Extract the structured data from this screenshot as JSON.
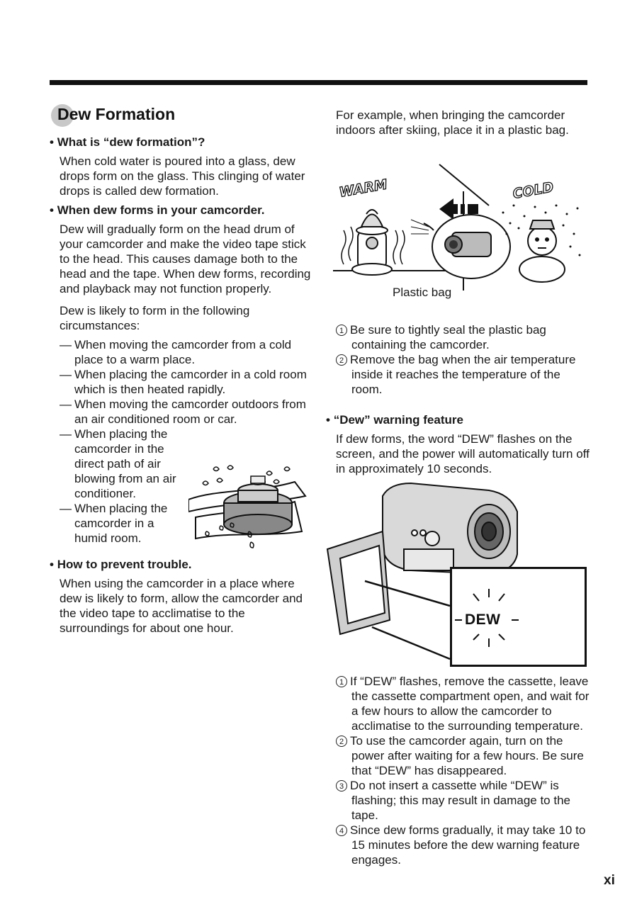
{
  "section": {
    "title": "Dew Formation"
  },
  "left": {
    "what_heading": "What is “dew formation”?",
    "what_body": "When cold water is poured into a glass, dew drops form on the glass. This clinging of water drops is called dew formation.",
    "when_heading": "When dew forms in your camcorder.",
    "when_body": "Dew will gradually form on the head drum of your camcorder and make the video tape stick to the head. This causes damage both to the head and the tape. When dew forms, recording and playback may not function properly.",
    "likely": "Dew is likely to form in the following circumstances:",
    "circumstances": [
      "When moving the camcorder from a cold place to a warm place.",
      "When placing the camcorder in a cold room which is then heated rapidly.",
      "When moving the camcorder outdoors from an air conditioned room or car.",
      "When placing the camcorder in the direct path of air blowing from an air conditioner.",
      "When placing the camcorder in a humid room."
    ],
    "prevent_heading": "How to prevent trouble.",
    "prevent_body": "When using the camcorder in a place where dew is likely to form, allow the camcorder and the video tape to acclimatise to the surroundings for about one hour."
  },
  "right": {
    "example": "For example, when bringing the camcorder indoors after skiing, place it in a plastic bag.",
    "illustration": {
      "warm": "WARM",
      "cold": "COLD",
      "caption": "Plastic bag"
    },
    "bag_steps": [
      {
        "n": "1",
        "text": "Be sure to tightly seal the plastic bag containing the camcorder."
      },
      {
        "n": "2",
        "text": "Remove the bag when the air temperature inside it reaches the temperature of the room."
      }
    ],
    "warning_heading": "“Dew” warning feature",
    "warning_body": "If dew forms, the word “DEW” flashes on the screen, and the power will automatically turn off in approximately 10 seconds.",
    "screen_text": "DEW",
    "dew_steps": [
      {
        "n": "1",
        "text": "If “DEW” flashes, remove the cassette, leave the cassette compartment open, and wait for a few hours to allow the camcorder to acclimatise to the surrounding temperature."
      },
      {
        "n": "2",
        "text": "To use the camcorder again, turn on the power after waiting for a few hours. Be sure that “DEW” has disappeared."
      },
      {
        "n": "3",
        "text": "Do not insert a cassette while “DEW” is flashing; this may result in damage to the tape."
      },
      {
        "n": "4",
        "text": "Since dew forms gradually, it may take 10 to 15 minutes before the dew warning feature engages."
      }
    ]
  },
  "page_number": "xi"
}
